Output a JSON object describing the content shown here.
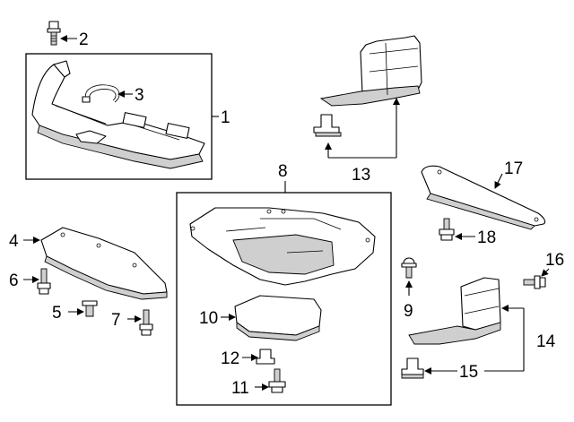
{
  "callouts": {
    "c1": "1",
    "c2": "2",
    "c3": "3",
    "c4": "4",
    "c5": "5",
    "c6": "6",
    "c7": "7",
    "c8": "8",
    "c9": "9",
    "c10": "10",
    "c11": "11",
    "c12": "12",
    "c13": "13",
    "c14": "14",
    "c15": "15",
    "c16": "16",
    "c17": "17",
    "c18": "18"
  },
  "colors": {
    "line": "#000000",
    "background": "#ffffff",
    "shade": "#cfcfcf"
  }
}
